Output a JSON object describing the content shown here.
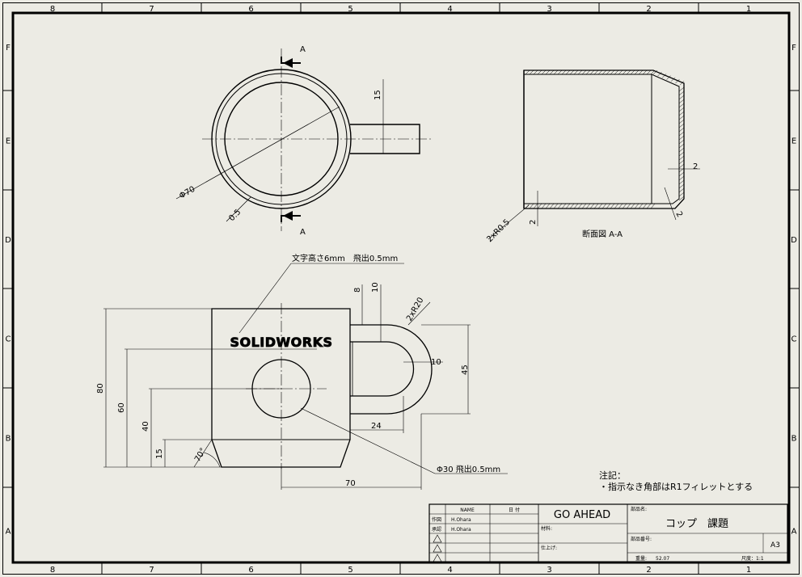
{
  "zones": {
    "columns": [
      "8",
      "7",
      "6",
      "5",
      "4",
      "3",
      "2",
      "1"
    ],
    "rows": [
      "F",
      "E",
      "D",
      "C",
      "B",
      "A"
    ]
  },
  "top_view": {
    "section_letter_top": "A",
    "section_letter_bottom": "A",
    "dim_diameter": "Φ70",
    "dim_wall": "0.5",
    "dim_handle": "15"
  },
  "section_view": {
    "title": "断面図 A-A",
    "dim_wall_side": "2",
    "dim_wall_lip": "2",
    "dim_bottom": "2",
    "dim_fillet": "2xR0.5"
  },
  "front_view": {
    "embossed_text": "SOLIDWORKS",
    "note_text": "文字高さ6mm　飛出0.5mm",
    "dim_circle_note": "Φ30 飛出0.5mm",
    "dim_height": "80",
    "dim_text_height": "60",
    "dim_circle_height": "40",
    "dim_foot": "15",
    "dim_angle": "70°",
    "dim_width": "70",
    "dim_handle_top": "8",
    "dim_handle_gap": "10",
    "dim_handle_radius": "2xR20",
    "dim_handle_thick": "10",
    "dim_handle_height": "45",
    "dim_handle_width": "24"
  },
  "notes": {
    "heading": "注記：",
    "line1": "・指示なき角部はR1フィレットとする"
  },
  "title_block": {
    "name_header": "NAME",
    "date_header": "日 付",
    "row1_label": "作図",
    "row1_name": "H.Ohara",
    "row2_label": "承認",
    "row2_name": "H.Ohara",
    "company": "GO AHEAD",
    "material_label": "材料:",
    "finish_label": "仕上げ:",
    "part_name_label": "部品名:",
    "part_name": "コップ　課題",
    "part_number_label": "部品番号:",
    "size": "A3",
    "weight_label": "重量:",
    "weight_value": "52.07",
    "scale_label": "尺度：1:1"
  }
}
